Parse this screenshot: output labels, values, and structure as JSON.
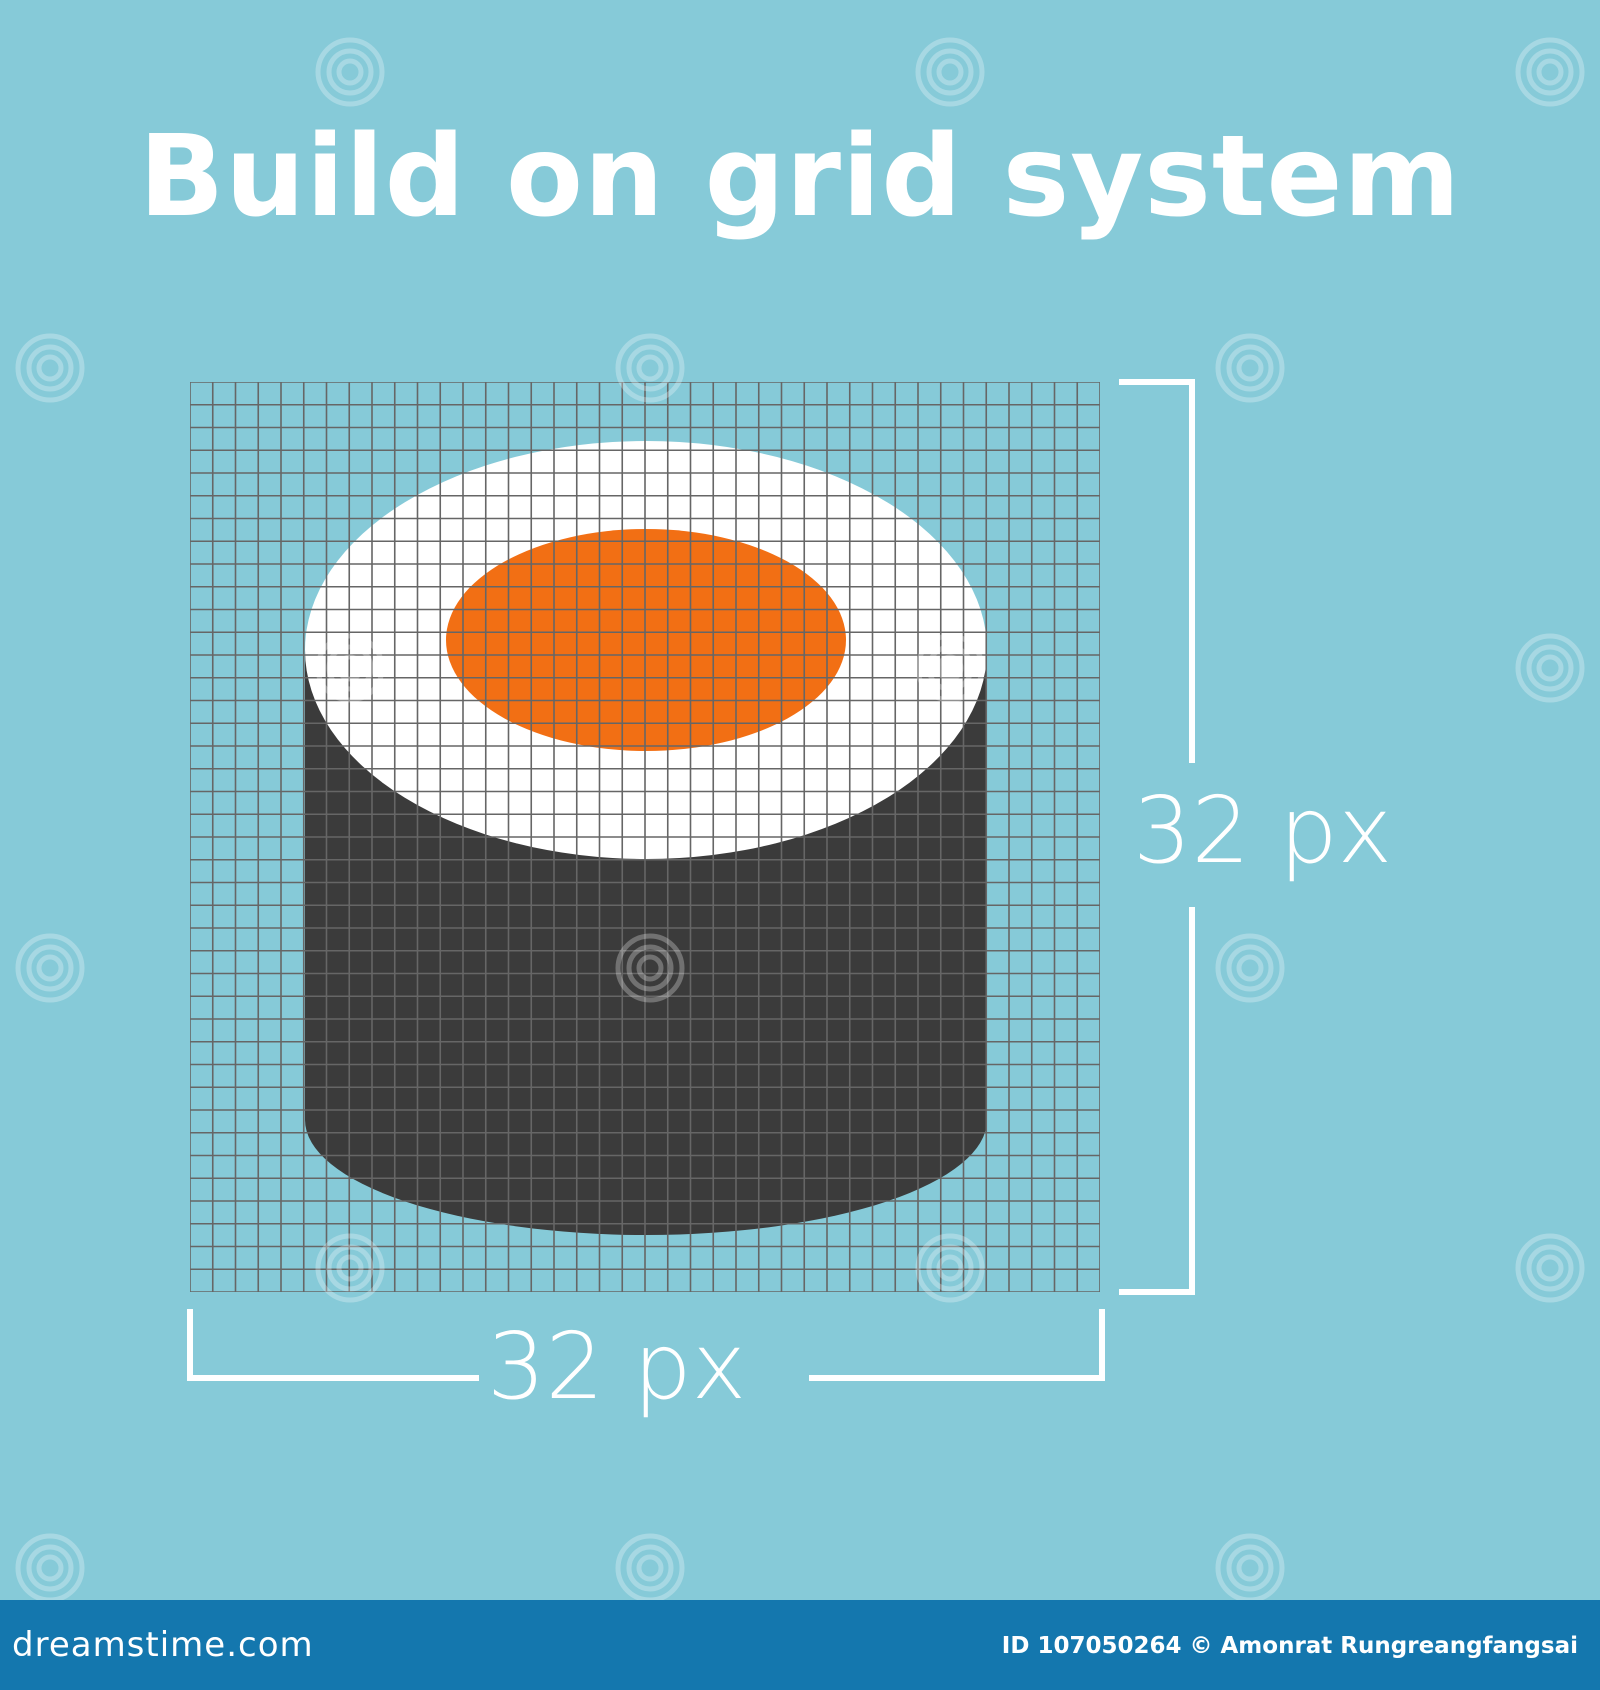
{
  "title": "Build on grid system",
  "dimensions": {
    "width_label": "32 px",
    "height_label": "32 px"
  },
  "footer": {
    "site": "dreamstime.com",
    "credit": "ID 107050264 © Amonrat Rungreangfangsai"
  },
  "watermark": {
    "text": "dreamstime"
  },
  "illustration": {
    "subject": "sushi-roll-icon",
    "grid_cells": 40
  },
  "colors": {
    "background": "#86cad8",
    "grid_line": "#666666",
    "nori": "#3b3b3b",
    "rice": "#ffffff",
    "salmon": "#f26f14",
    "footer": "#1477ae",
    "text": "#ffffff"
  }
}
